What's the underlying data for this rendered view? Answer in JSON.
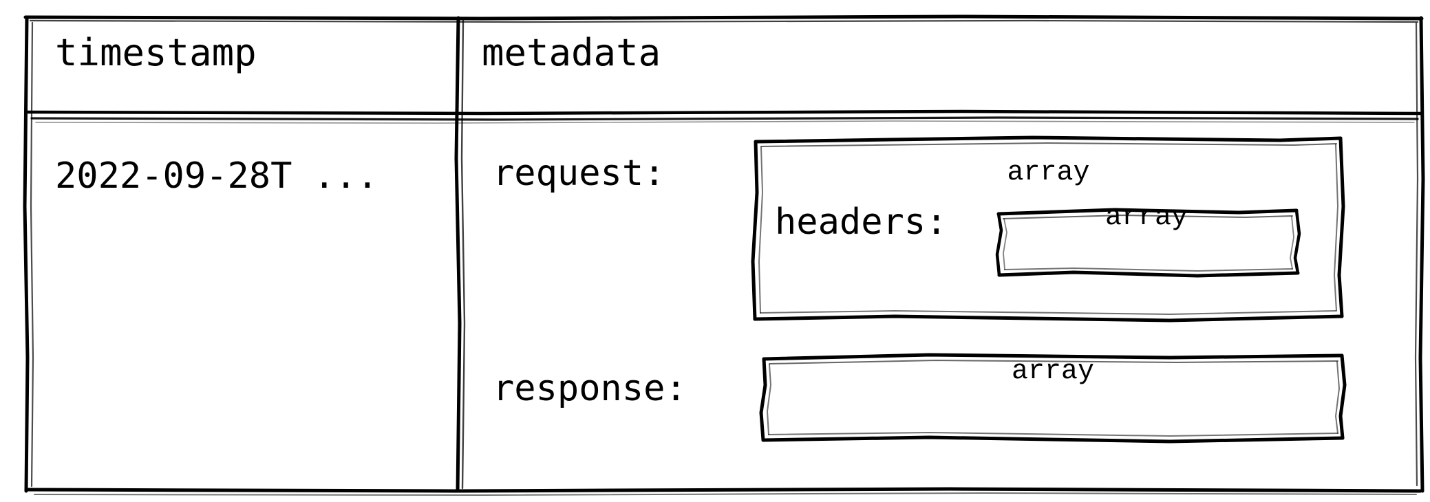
{
  "table": {
    "columns": [
      {
        "id": "timestamp",
        "label": "timestamp"
      },
      {
        "id": "metadata",
        "label": "metadata"
      }
    ],
    "rows": [
      {
        "timestamp": {
          "value": "2022-09-28T ..."
        },
        "metadata": {
          "fields": [
            {
              "name": "request:",
              "type": "array",
              "children": [
                {
                  "name": "headers:",
                  "type": "array"
                }
              ]
            },
            {
              "name": "response:",
              "type": "array",
              "children": []
            }
          ]
        }
      }
    ]
  },
  "style": {
    "stroke": "#000000",
    "background": "#ffffff",
    "text": "#000000"
  }
}
